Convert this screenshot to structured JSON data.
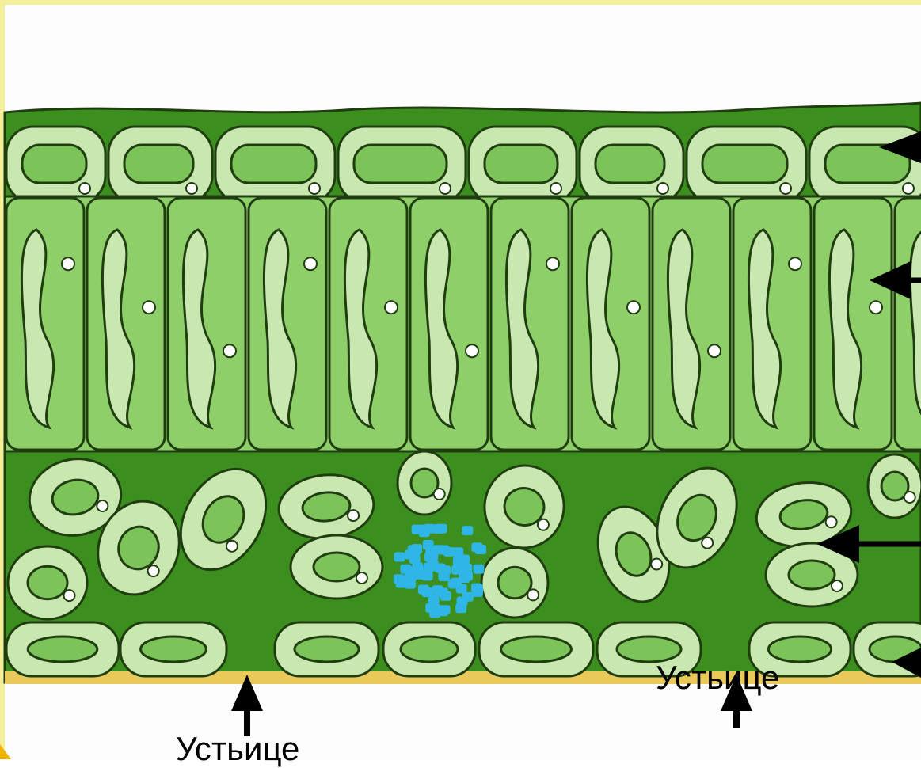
{
  "labels": {
    "stoma_left": "Устьице",
    "stoma_right": "Устьице"
  },
  "colors": {
    "background": "#fdfdfd",
    "frame": "#f4ef9a",
    "leaf_tissue_dark": "#3c8f1e",
    "cell_fill": "#8fcf6a",
    "cell_light": "#c9e8b0",
    "chloroplast": "#7cc45a",
    "outline": "#1f3d10",
    "cuticle": "#e8c95a",
    "vascular_bundle": "#2fb6e6",
    "arrow": "#000000"
  },
  "structures": [
    "upper-epidermis",
    "palisade-mesophyll",
    "spongy-mesophyll",
    "vascular-bundle",
    "lower-epidermis",
    "stoma-left",
    "stoma-right"
  ]
}
